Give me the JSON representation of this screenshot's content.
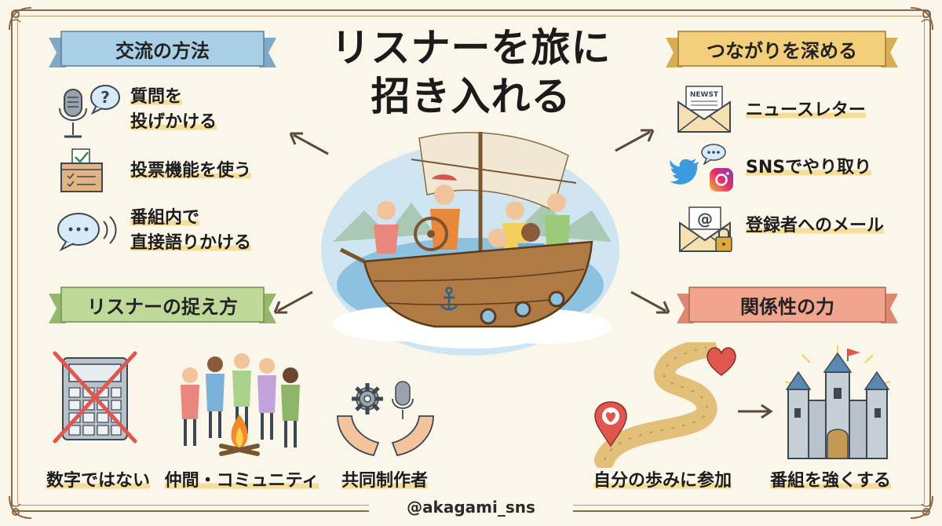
{
  "title": {
    "line1": "リスナーを旅に",
    "line2": "招き入れる"
  },
  "sections": {
    "exchange": {
      "label": "交流の方法",
      "items": [
        {
          "line1": "質問を",
          "line2": "投げかける"
        },
        {
          "line1": "投票機能を使う"
        },
        {
          "line1": "番組内で",
          "line2": "直接語りかける"
        }
      ]
    },
    "deepen": {
      "label": "つながりを深める",
      "items": [
        {
          "line1": "ニュースレター"
        },
        {
          "line1": "SNSでやり取り"
        },
        {
          "line1": "登録者へのメール"
        }
      ],
      "newsletter_icon_text": "NEWST"
    },
    "listener_view": {
      "label": "リスナーの捉え方",
      "captions": [
        "数字ではない",
        "仲間・コミュニティ",
        "共同制作者"
      ]
    },
    "relationship": {
      "label": "関係性の力",
      "captions": [
        "自分の歩みに参加",
        "番組を強くする"
      ]
    }
  },
  "footer": {
    "handle": "@akagami_sns"
  },
  "colors": {
    "background": "#fbf6ea",
    "banner_blue": "#a9cfe6",
    "banner_yellow": "#f3cf7c",
    "banner_green": "#bfd99a",
    "banner_red": "#f2a58e",
    "highlight": "#f6dd98"
  },
  "icons": [
    "microphone-icon",
    "question-bubble-icon",
    "ballot-box-icon",
    "speech-bubble-icon",
    "newsletter-envelope-icon",
    "twitter-icon",
    "instagram-icon",
    "chat-bubble-icon",
    "email-lock-icon",
    "calculator-crossed-icon",
    "campfire-people-icon",
    "hands-gear-mic-icon",
    "winding-path-icon",
    "heart-icon",
    "location-pin-icon",
    "castle-icon",
    "ship-icon",
    "arrow-icon"
  ]
}
